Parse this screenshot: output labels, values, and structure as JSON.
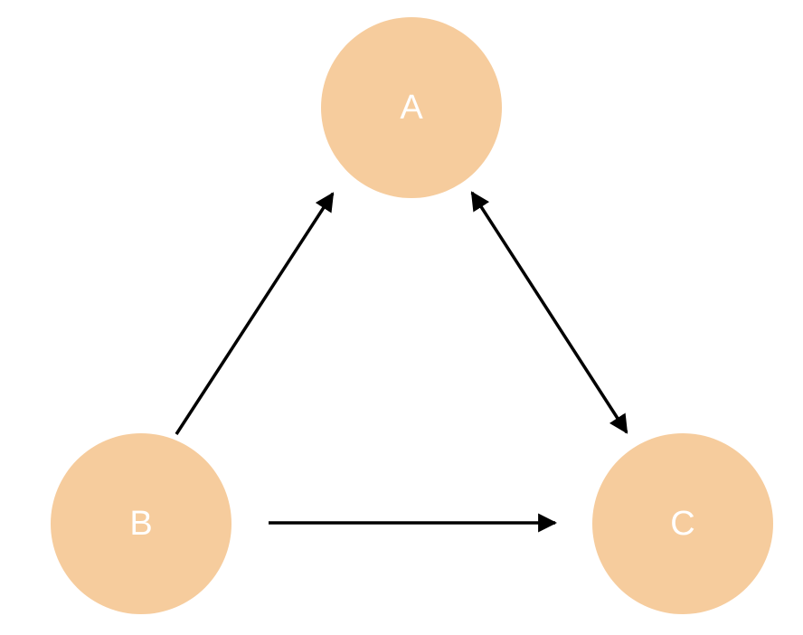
{
  "colors": {
    "node_fill": "#F6CC9D",
    "node_label": "#FFFFFF",
    "edge": "#000000",
    "background": "#FFFFFF"
  },
  "nodes": {
    "a": {
      "label": "A"
    },
    "b": {
      "label": "B"
    },
    "c": {
      "label": "C"
    }
  },
  "edges": [
    {
      "from": "B",
      "to": "A",
      "direction": "forward"
    },
    {
      "from": "A",
      "to": "C",
      "direction": "both"
    },
    {
      "from": "B",
      "to": "C",
      "direction": "forward"
    }
  ]
}
